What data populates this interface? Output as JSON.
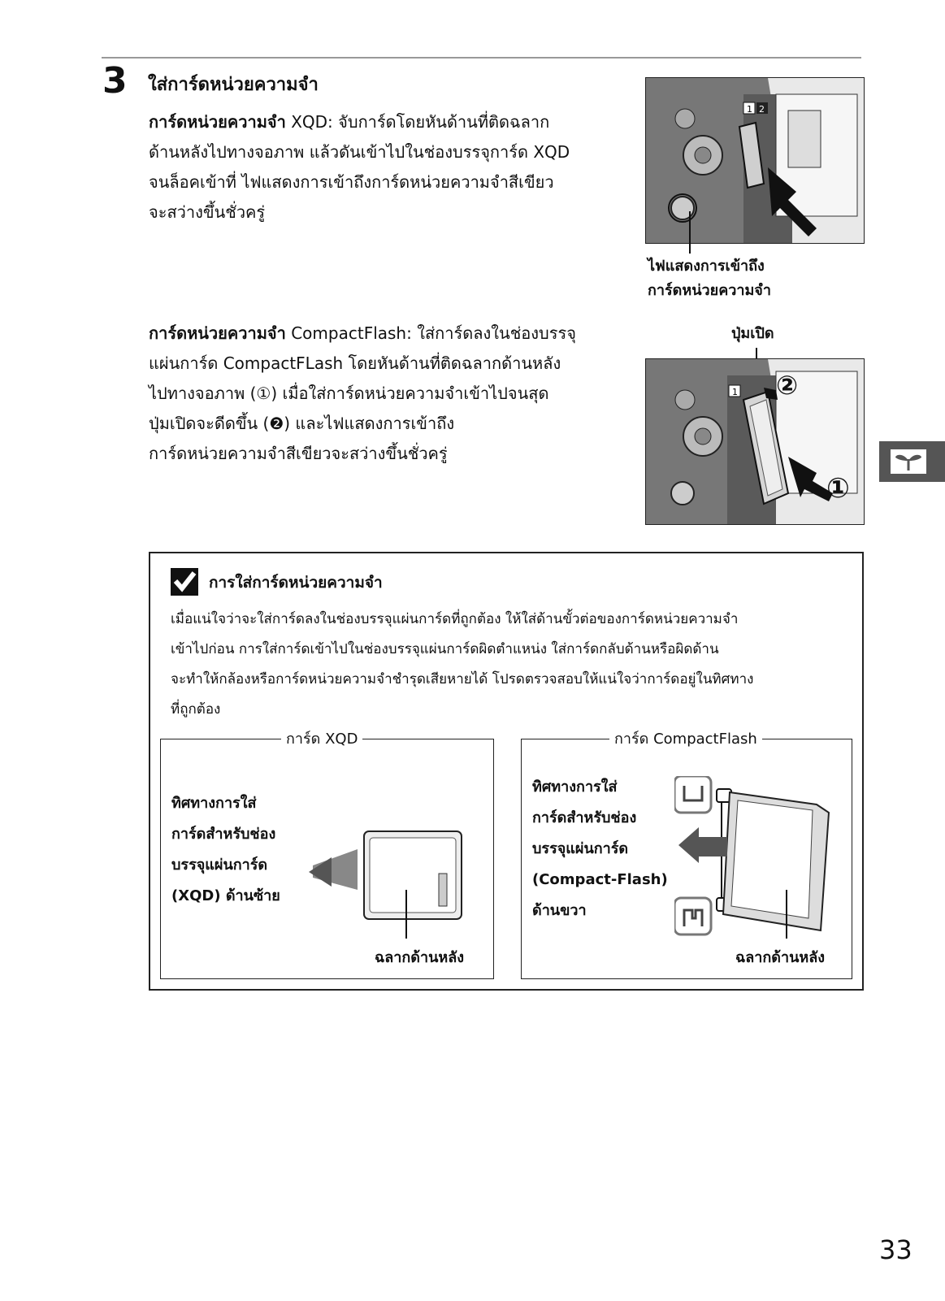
{
  "step": {
    "number": "3",
    "title": "ใส่การ์ดหน่วยความจำ"
  },
  "xqd_section": {
    "lead": "การ์ดหน่วยความจำ",
    "text": " XQD: จับการ์ดโดยหันด้านที่ติดฉลาก\nด้านหลังไปทางจอภาพ แล้วดันเข้าไปในช่องบรรจุการ์ด XQD\nจนล็อคเข้าที่ ไฟแสดงการเข้าถึงการ์ดหน่วยความจำสีเขียว\nจะสว่างขึ้นชั่วครู่",
    "callout": "ไฟแสดงการเข้าถึง\nการ์ดหน่วยความจำ"
  },
  "cf_section": {
    "lead": "การ์ดหน่วยความจำ",
    "text": " CompactFlash: ใส่การ์ดลงในช่องบรรจุ\nแผ่นการ์ด CompactFLash โดยหันด้านที่ติดฉลากด้านหลัง\nไปทางจอภาพ (①) เมื่อใส่การ์ดหน่วยความจำเข้าไปจนสุด\nปุ่มเปิดจะดีดขึ้น (❷) และไฟแสดงการเข้าถึง\nการ์ดหน่วยความจำสีเขียวจะสว่างขึ้นชั่วครู่",
    "callout": "ปุ่มเปิด",
    "marker_1": "①",
    "marker_2": "②"
  },
  "note": {
    "icon": "check-icon",
    "title": "การใส่การ์ดหน่วยความจำ",
    "body": "เมื่อแน่ใจว่าจะใส่การ์ดลงในช่องบรรจุแผ่นการ์ดที่ถูกต้อง ให้ใส่ด้านขั้วต่อของการ์ดหน่วยความจำ\nเข้าไปก่อน การใส่การ์ดเข้าไปในช่องบรรจุแผ่นการ์ดผิดตำแหน่ง ใส่การ์ดกลับด้านหรือผิดด้าน\nจะทำให้กล้องหรือการ์ดหน่วยความจำชำรุดเสียหายได้ โปรดตรวจสอบให้แน่ใจว่าการ์ดอยู่ในทิศทาง\nที่ถูกต้อง",
    "xqd_box": {
      "title": "การ์ด XQD",
      "text": "ทิศทางการใส่\nการ์ดสำหรับช่อง\nบรรจุแผ่นการ์ด\n(XQD) ด้านซ้าย",
      "label": "ฉลากด้านหลัง"
    },
    "cf_box": {
      "title": "การ์ด CompactFlash",
      "text": "ทิศทางการใส่\nการ์ดสำหรับช่อง\nบรรจุแผ่นการ์ด\n(Compact-Flash)\nด้านขวา",
      "label": "ฉลากด้านหลัง"
    }
  },
  "side_tab_icon": "sprout-icon",
  "page_number": "33"
}
